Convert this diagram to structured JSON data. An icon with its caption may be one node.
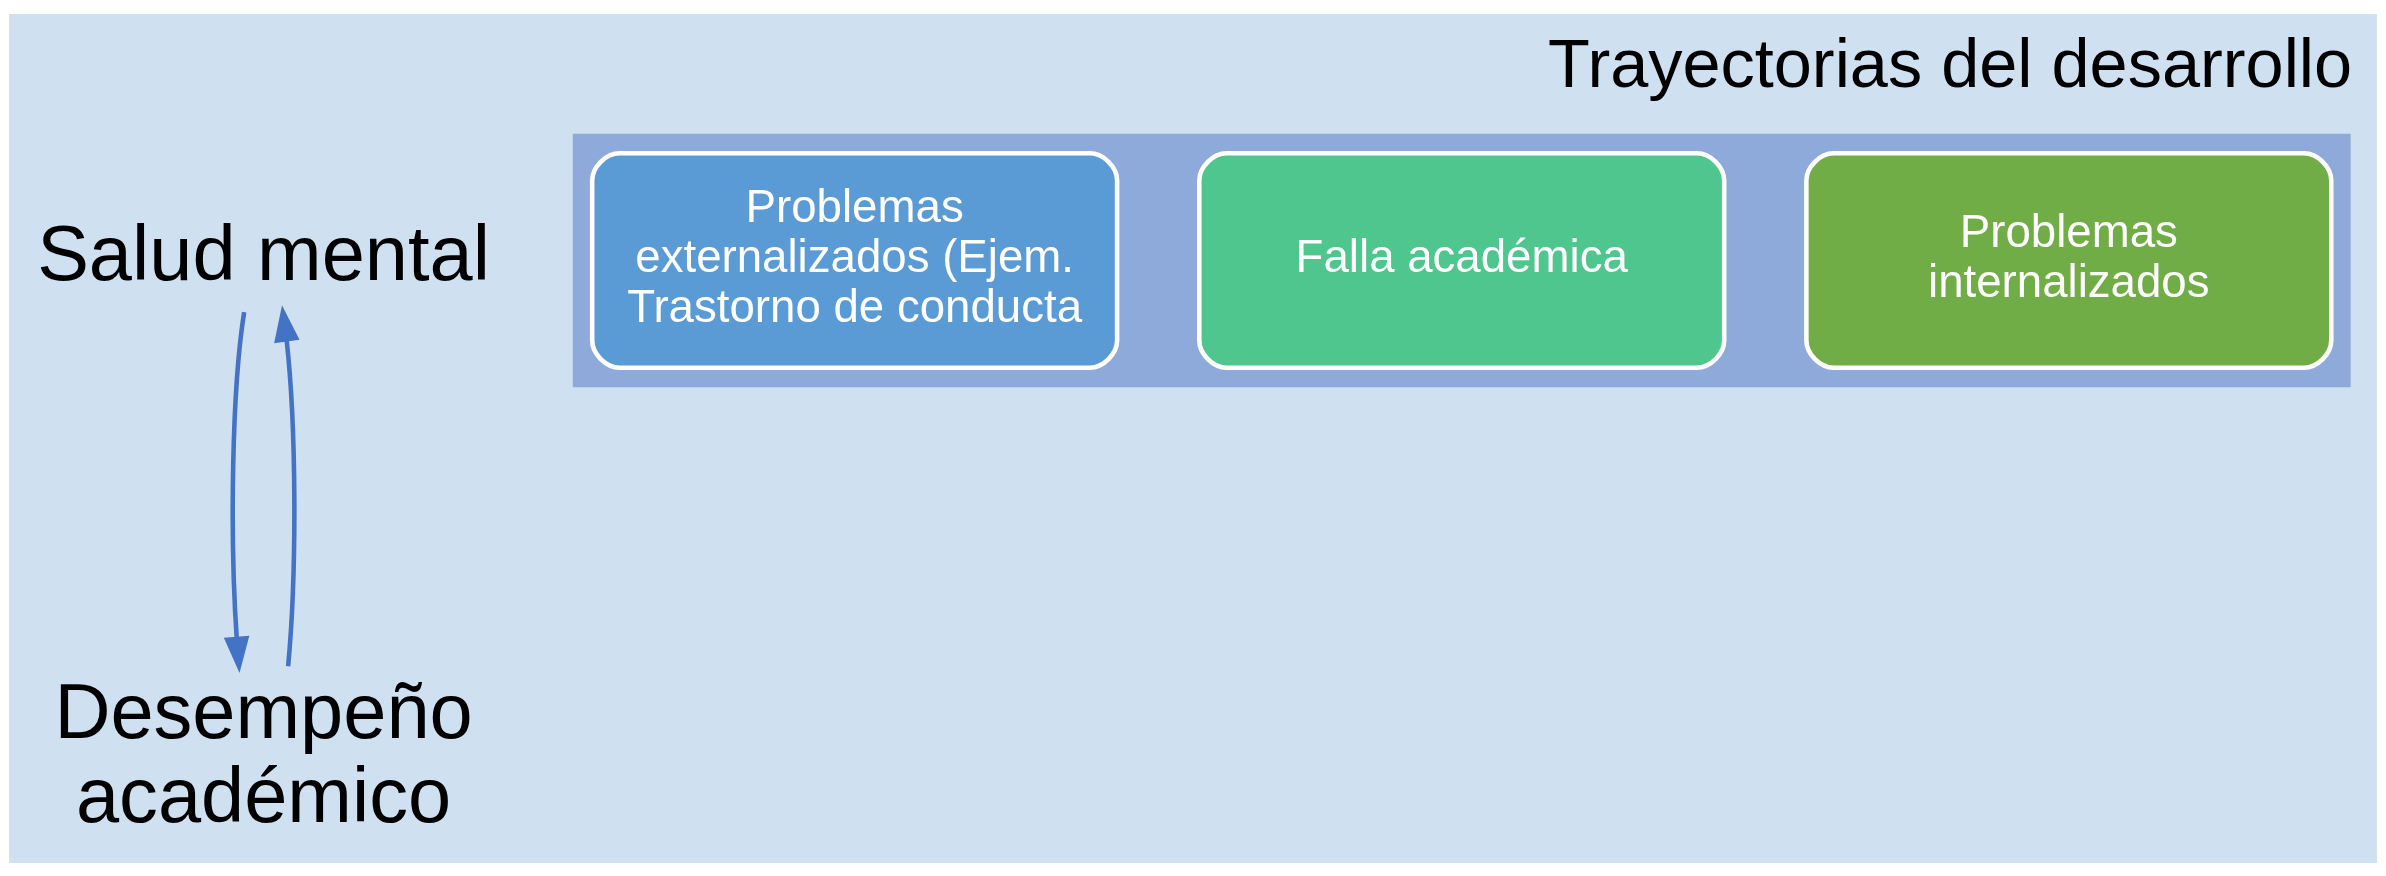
{
  "diagram": {
    "title": "Trayectorias del desarrollo",
    "nodes": [
      {
        "text": [
          "Salud mental"
        ]
      },
      {
        "text": [
          "Desempeño académico"
        ]
      },
      {
        "text": [],
        "shape": "arrow"
      },
      {
        "text": [
          "Problemas externalizados (Ejem. Trastorno de conducta"
        ],
        "in": 2
      },
      {
        "text": [
          "Falla académica"
        ],
        "in": 2
      },
      {
        "text": [
          "Problemas internalizados"
        ],
        "in": 2
      }
    ],
    "edges": [
      {
        "from": 0,
        "to": 1,
        "arrow": "to"
      },
      {
        "from": 1,
        "to": 0,
        "arrow": "to"
      }
    ]
  }
}
